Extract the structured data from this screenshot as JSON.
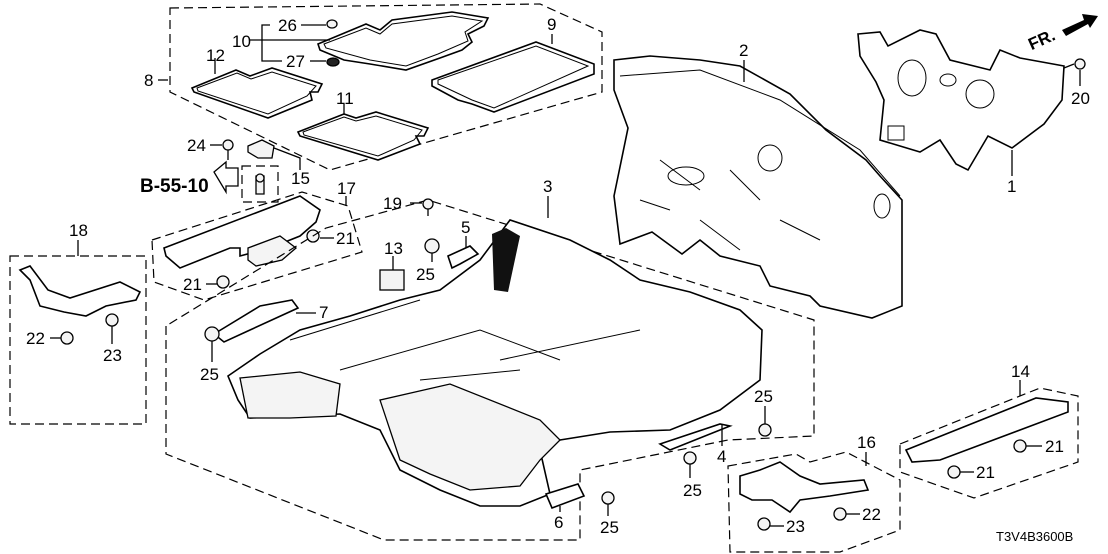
{
  "diagram": {
    "type": "exploded-parts-diagram",
    "drawing_code": "T3V4B3600B",
    "direction_indicator": "FR.",
    "cross_reference": "B-55-10",
    "callouts": [
      {
        "id": "c1",
        "label": "1"
      },
      {
        "id": "c2",
        "label": "2"
      },
      {
        "id": "c3",
        "label": "3"
      },
      {
        "id": "c4",
        "label": "4"
      },
      {
        "id": "c5",
        "label": "5"
      },
      {
        "id": "c6",
        "label": "6"
      },
      {
        "id": "c7",
        "label": "7"
      },
      {
        "id": "c8",
        "label": "8"
      },
      {
        "id": "c9",
        "label": "9"
      },
      {
        "id": "c10",
        "label": "10"
      },
      {
        "id": "c11",
        "label": "11"
      },
      {
        "id": "c12",
        "label": "12"
      },
      {
        "id": "c13",
        "label": "13"
      },
      {
        "id": "c14",
        "label": "14"
      },
      {
        "id": "c15",
        "label": "15"
      },
      {
        "id": "c16",
        "label": "16"
      },
      {
        "id": "c17",
        "label": "17"
      },
      {
        "id": "c18",
        "label": "18"
      },
      {
        "id": "c19",
        "label": "19"
      },
      {
        "id": "c20",
        "label": "20"
      },
      {
        "id": "c21a",
        "label": "21"
      },
      {
        "id": "c21b",
        "label": "21"
      },
      {
        "id": "c21c",
        "label": "21"
      },
      {
        "id": "c21d",
        "label": "21"
      },
      {
        "id": "c22a",
        "label": "22"
      },
      {
        "id": "c22b",
        "label": "22"
      },
      {
        "id": "c23a",
        "label": "23"
      },
      {
        "id": "c23b",
        "label": "23"
      },
      {
        "id": "c24",
        "label": "24"
      },
      {
        "id": "c25a",
        "label": "25"
      },
      {
        "id": "c25b",
        "label": "25"
      },
      {
        "id": "c25c",
        "label": "25"
      },
      {
        "id": "c25d",
        "label": "25"
      },
      {
        "id": "c25e",
        "label": "25"
      },
      {
        "id": "c26",
        "label": "26"
      },
      {
        "id": "c27",
        "label": "27"
      }
    ],
    "parts": {
      "floor_mat_set": "8",
      "rear_mat": "9",
      "driver_mat": "10",
      "rear_left_mat": "11",
      "passenger_mat": "12",
      "dashboard_insulator": "2",
      "dashboard_outer_insulator": "1",
      "floor_carpet": "3"
    }
  }
}
